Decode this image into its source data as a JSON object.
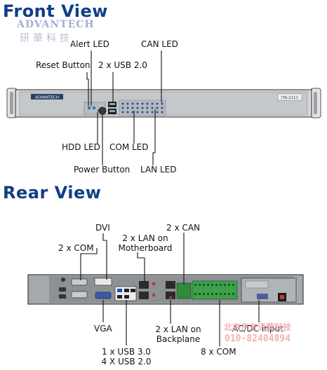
{
  "front": {
    "title": "Front View",
    "brand_word": "ADVANTECH",
    "brand_chinese": "研華科技",
    "panel_logo": "ADVANTECH",
    "model": "ITA-2111",
    "labels": {
      "alert_led": "Alert LED",
      "can_led": "CAN LED",
      "reset_button": "Reset Button",
      "usb": "2 x USB 2.0",
      "hdd_led": "HDD LED",
      "com_led": "COM LED",
      "power_button": "Power Button",
      "lan_led": "LAN LED"
    }
  },
  "rear": {
    "title": "Rear View",
    "labels": {
      "dvi": "DVI",
      "lan_mb_line1": "2 x LAN on",
      "lan_mb_line2": "Motherboard",
      "can": "2 x CAN",
      "com2": "2 x COM",
      "vga": "VGA",
      "lan_bp_line1": "2 x LAN on",
      "lan_bp_line2": "Backplane",
      "acdc": "AC/DC input",
      "com8": "8 x COM",
      "usb_line1": "1 x USB 3.0",
      "usb_line2": "4 X USB 2.0"
    }
  },
  "watermark": {
    "line1": "北京东方讯腾科技",
    "line2": "010-82404894"
  },
  "colors": {
    "title": "#0f3f86",
    "chassis": "#cfd1d4",
    "rear_panel": "#8e9194",
    "terminal_green": "#2f8a3a",
    "watermark": "#f0a0a0"
  }
}
